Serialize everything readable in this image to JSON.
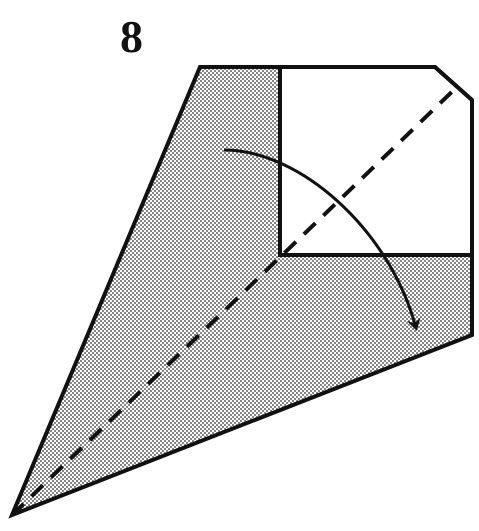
{
  "step": {
    "number": "8"
  },
  "diagram": {
    "type": "origami-fold-step",
    "fold_line_style": "dashed-valley-fold",
    "arrow": "curved-fold-arrow",
    "shaded_region": "colored-side-of-paper",
    "white_region": "white-side-of-paper",
    "colors": {
      "ink": "#111111",
      "shading_dots": "#555555",
      "paper_white": "#ffffff"
    }
  }
}
